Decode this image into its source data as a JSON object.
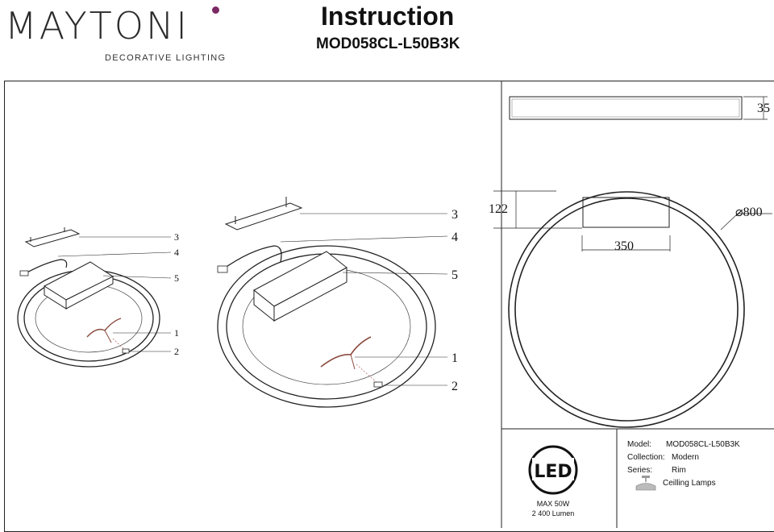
{
  "brand": {
    "name": "MAYTONI",
    "subtitle": "DECORATIVE LIGHTING",
    "dot_color": "#7a2a63"
  },
  "header": {
    "title": "Instruction",
    "model": "MOD058CL-L50B3K"
  },
  "callouts": {
    "small": [
      "3",
      "4",
      "5",
      "1",
      "2"
    ],
    "large": [
      "3",
      "4",
      "5",
      "1",
      "2"
    ]
  },
  "dimensions": {
    "height": "35",
    "box_height": "122",
    "diameter": "⌀800",
    "box_width": "350"
  },
  "badge": {
    "label": "LED",
    "max_power": "MAX 50W",
    "lumen": "2 400 Lumen"
  },
  "specs": {
    "model_key": "Model:",
    "model_value": "MOD058CL-L50B3K",
    "collection_key": "Collection:",
    "collection_value": "Modern",
    "series_key": "Series:",
    "series_value": "Rim",
    "type_value": "Ceilling Lamps"
  }
}
